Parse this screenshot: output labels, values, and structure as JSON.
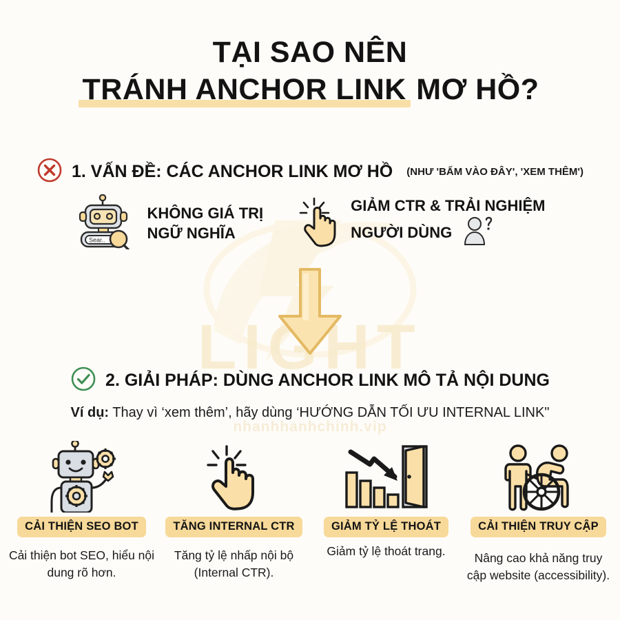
{
  "meta": {
    "background": "#FEFCF8",
    "accent_gold": "#F7D999",
    "highlight_gold": "#F8DFA8",
    "error_red": "#C0392B",
    "success_green": "#3E8E54",
    "text_dark": "#131313"
  },
  "watermark": {
    "main": "LIGHT",
    "sub": "nhanhhanhchinh.vip"
  },
  "title": {
    "line1": "TẠI SAO NÊN",
    "line2_highlight": "TRÁNH ANCHOR LINK",
    "line2_rest": "MƠ HỒ?"
  },
  "section1": {
    "icon": "circle-x-icon",
    "number_title": "1. VẤN ĐỀ: CÁC ANCHOR LINK MƠ HỒ",
    "subnote": "(NHƯ 'BẤM VÀO ĐÂY', 'XEM THÊM')",
    "items": [
      {
        "icon": "robot-search-icon",
        "icon_caption": "Sear..",
        "line1": "KHÔNG GIÁ TRỊ",
        "line2": "NGỮ NGHĨA"
      },
      {
        "icon": "click-hand-icon",
        "line1": "GIẢM CTR & TRẢI NGHIỆM",
        "line2": "NGƯỜI DÙNG",
        "trailing_icon": "confused-person-icon"
      }
    ]
  },
  "arrow": {
    "icon": "down-arrow-icon"
  },
  "section2": {
    "icon": "circle-check-icon",
    "number_title": "2. GIẢI PHÁP: DÙNG ANCHOR LINK MÔ TẢ NỘI DUNG",
    "example_label": "Ví dụ:",
    "example_text": "Thay vì ‘xem thêm’, hãy dùng ‘HƯỚNG DẪN TỐI ƯU INTERNAL LINK\"",
    "benefits": [
      {
        "icon": "robot-gear-icon",
        "badge": "CẢI THIỆN SEO BOT",
        "description": "Cải thiện bot SEO, hiểu nội dung rõ hơn."
      },
      {
        "icon": "click-hand-icon",
        "badge": "TĂNG INTERNAL CTR",
        "description": "Tăng tỷ lệ nhấp nội bộ (Internal CTR)."
      },
      {
        "icon": "declining-chart-door-icon",
        "badge": "GIẢM TỶ LỆ THOÁT",
        "description": "Giảm tỷ lệ thoát trang."
      },
      {
        "icon": "wheelchair-accessibility-icon",
        "badge": "CẢI THIỆN TRUY CẬP",
        "description": "Nâng cao khả năng truy cập website (accessibility)."
      }
    ]
  }
}
